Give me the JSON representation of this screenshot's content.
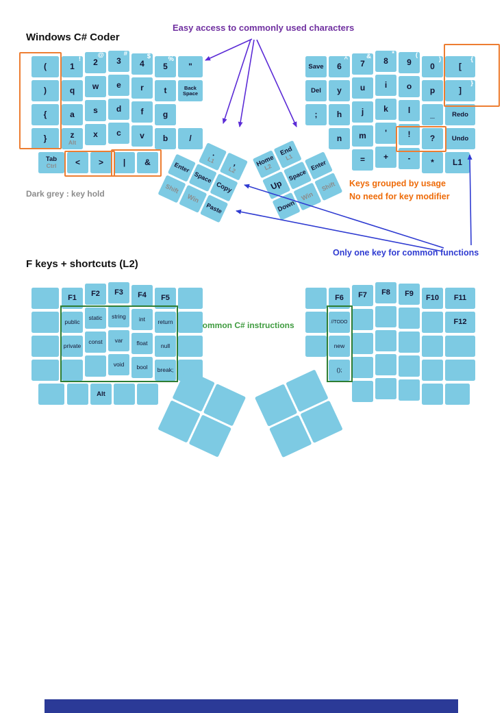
{
  "colors": {
    "key": "#7DCAE3",
    "key_text": "#141432",
    "hold_grey": "#8C8C8C",
    "shift_sub_white": "#FFFFFF",
    "orange_box": "#ED7D31",
    "orange_text": "#EE6B09",
    "purple_text": "#7030A0",
    "purple_arrow": "#5B2BD6",
    "blue_text": "#2F3BD1",
    "green_box": "#2E7D32",
    "green_text": "#3F9B3F",
    "footer_bar": "#2B3A97"
  },
  "layer1": {
    "title": "Windows C# Coder",
    "notes": {
      "easy_access": "Easy access to commonly used characters",
      "dark_grey": "Dark grey : key hold",
      "grouped_1": "Keys grouped by usage",
      "grouped_2": "No need for key modifier",
      "one_key": "Only one key for common functions"
    },
    "left_main": [
      {
        "r": 0,
        "c": 0,
        "l": "("
      },
      {
        "r": 0,
        "c": 1,
        "l": "1",
        "s": "!"
      },
      {
        "r": 0,
        "c": 2,
        "l": "2",
        "s": "@"
      },
      {
        "r": 0,
        "c": 3,
        "l": "3",
        "s": "#"
      },
      {
        "r": 0,
        "c": 4,
        "l": "4",
        "s": "$"
      },
      {
        "r": 0,
        "c": 5,
        "l": "5",
        "s": "%"
      },
      {
        "r": 0,
        "c": 6,
        "l": "\""
      },
      {
        "r": 1,
        "c": 0,
        "l": ")"
      },
      {
        "r": 1,
        "c": 1,
        "l": "q"
      },
      {
        "r": 1,
        "c": 2,
        "l": "w"
      },
      {
        "r": 1,
        "c": 3,
        "l": "e"
      },
      {
        "r": 1,
        "c": 4,
        "l": "r"
      },
      {
        "r": 1,
        "c": 5,
        "l": "t"
      },
      {
        "r": 1,
        "c": 6,
        "l": "Back Space",
        "fs": 7.5
      },
      {
        "r": 2,
        "c": 0,
        "l": "{"
      },
      {
        "r": 2,
        "c": 1,
        "l": "a"
      },
      {
        "r": 2,
        "c": 2,
        "l": "s"
      },
      {
        "r": 2,
        "c": 3,
        "l": "d"
      },
      {
        "r": 2,
        "c": 4,
        "l": "f"
      },
      {
        "r": 2,
        "c": 5,
        "l": "g"
      },
      {
        "r": 3,
        "c": 0,
        "l": "}"
      },
      {
        "r": 3,
        "c": 1,
        "l": "z",
        "h": "Alt"
      },
      {
        "r": 3,
        "c": 2,
        "l": "x"
      },
      {
        "r": 3,
        "c": 3,
        "l": "c"
      },
      {
        "r": 3,
        "c": 4,
        "l": "v"
      },
      {
        "r": 3,
        "c": 5,
        "l": "b"
      },
      {
        "r": 3,
        "c": 6,
        "l": "/"
      },
      {
        "r": 4,
        "c": 0,
        "l": "Tab",
        "h": "Ctrl"
      },
      {
        "r": 4,
        "c": 1,
        "l": "<"
      },
      {
        "r": 4,
        "c": 2,
        "l": ">"
      },
      {
        "r": 4,
        "c": 3,
        "l": "|"
      },
      {
        "r": 4,
        "c": 4,
        "l": "&"
      }
    ],
    "right_main": [
      {
        "r": 0,
        "c": 0,
        "l": "Save"
      },
      {
        "r": 0,
        "c": 1,
        "l": "6",
        "s": "^"
      },
      {
        "r": 0,
        "c": 2,
        "l": "7",
        "s": "&"
      },
      {
        "r": 0,
        "c": 3,
        "l": "8",
        "s": "*"
      },
      {
        "r": 0,
        "c": 4,
        "l": "9",
        "s": "("
      },
      {
        "r": 0,
        "c": 5,
        "l": "0",
        "s": ")"
      },
      {
        "r": 0,
        "c": 6,
        "l": "[",
        "s": "{"
      },
      {
        "r": 1,
        "c": 0,
        "l": "Del"
      },
      {
        "r": 1,
        "c": 1,
        "l": "y"
      },
      {
        "r": 1,
        "c": 2,
        "l": "u"
      },
      {
        "r": 1,
        "c": 3,
        "l": "i"
      },
      {
        "r": 1,
        "c": 4,
        "l": "o"
      },
      {
        "r": 1,
        "c": 5,
        "l": "p"
      },
      {
        "r": 1,
        "c": 6,
        "l": "]",
        "s": "}"
      },
      {
        "r": 2,
        "c": 0,
        "l": ";"
      },
      {
        "r": 2,
        "c": 1,
        "l": "h"
      },
      {
        "r": 2,
        "c": 2,
        "l": "j"
      },
      {
        "r": 2,
        "c": 3,
        "l": "k"
      },
      {
        "r": 2,
        "c": 4,
        "l": "l"
      },
      {
        "r": 2,
        "c": 5,
        "l": "_"
      },
      {
        "r": 2,
        "c": 6,
        "l": "Redo"
      },
      {
        "r": 3,
        "c": 1,
        "l": "n"
      },
      {
        "r": 3,
        "c": 2,
        "l": "m"
      },
      {
        "r": 3,
        "c": 3,
        "l": "'"
      },
      {
        "r": 3,
        "c": 4,
        "l": "!"
      },
      {
        "r": 3,
        "c": 5,
        "l": "?"
      },
      {
        "r": 3,
        "c": 6,
        "l": "Undo"
      },
      {
        "r": 4,
        "c": 2,
        "l": "="
      },
      {
        "r": 4,
        "c": 3,
        "l": "+"
      },
      {
        "r": 4,
        "c": 4,
        "l": "-"
      },
      {
        "r": 4,
        "c": 5,
        "l": "*"
      },
      {
        "r": 4,
        "c": 6,
        "l": "L1",
        "wd": 36
      }
    ],
    "left_thumb": [
      {
        "r": 0,
        "c": 1,
        "l": ".",
        "h": "L1"
      },
      {
        "r": 0,
        "c": 2,
        "l": ",",
        "h": "L2"
      },
      {
        "r": 1,
        "c": 0,
        "l": "Enter"
      },
      {
        "r": 1,
        "c": 1,
        "l": "Space"
      },
      {
        "r": 1,
        "c": 2,
        "l": "Copy"
      },
      {
        "r": 2,
        "c": 0,
        "l": "Shift",
        "g": 1
      },
      {
        "r": 2,
        "c": 1,
        "l": "Win",
        "g": 1
      },
      {
        "r": 2,
        "c": 2,
        "l": "Paste"
      }
    ],
    "right_thumb": [
      {
        "r": 0,
        "c": 0,
        "l": "Home",
        "h": "L2"
      },
      {
        "r": 0,
        "c": 1,
        "l": "End",
        "h": "L1"
      },
      {
        "r": 1,
        "c": 0,
        "l": "Up"
      },
      {
        "r": 1,
        "c": 1,
        "l": "Space"
      },
      {
        "r": 1,
        "c": 2,
        "l": "Enter"
      },
      {
        "r": 2,
        "c": 0,
        "l": "Down"
      },
      {
        "r": 2,
        "c": 1,
        "l": "Win",
        "g": 1
      },
      {
        "r": 2,
        "c": 2,
        "l": "Shift",
        "g": 1
      }
    ]
  },
  "layer2": {
    "title": "F keys + shortcuts (L2)",
    "notes": {
      "common": "Common C# instructions"
    },
    "left_main": [
      {
        "r": 0,
        "c": 0
      },
      {
        "r": 0,
        "c": 1,
        "l": "F1"
      },
      {
        "r": 0,
        "c": 2,
        "l": "F2"
      },
      {
        "r": 0,
        "c": 3,
        "l": "F3"
      },
      {
        "r": 0,
        "c": 4,
        "l": "F4"
      },
      {
        "r": 0,
        "c": 5,
        "l": "F5"
      },
      {
        "r": 0,
        "c": 6
      },
      {
        "r": 1,
        "c": 0
      },
      {
        "r": 1,
        "c": 1,
        "l": "public",
        "p": 1
      },
      {
        "r": 1,
        "c": 2,
        "l": "static",
        "p": 1
      },
      {
        "r": 1,
        "c": 3,
        "l": "string",
        "p": 1
      },
      {
        "r": 1,
        "c": 4,
        "l": "int",
        "p": 1
      },
      {
        "r": 1,
        "c": 5,
        "l": "return",
        "p": 1
      },
      {
        "r": 1,
        "c": 6
      },
      {
        "r": 2,
        "c": 0
      },
      {
        "r": 2,
        "c": 1,
        "l": "private",
        "p": 1
      },
      {
        "r": 2,
        "c": 2,
        "l": "const",
        "p": 1
      },
      {
        "r": 2,
        "c": 3,
        "l": "var",
        "p": 1
      },
      {
        "r": 2,
        "c": 4,
        "l": "float",
        "p": 1
      },
      {
        "r": 2,
        "c": 5,
        "l": "null",
        "p": 1
      },
      {
        "r": 2,
        "c": 6
      },
      {
        "r": 3,
        "c": 0
      },
      {
        "r": 3,
        "c": 1
      },
      {
        "r": 3,
        "c": 2
      },
      {
        "r": 3,
        "c": 3,
        "l": "void",
        "p": 1
      },
      {
        "r": 3,
        "c": 4,
        "l": "bool",
        "p": 1
      },
      {
        "r": 3,
        "c": 5,
        "l": "break;",
        "p": 1
      },
      {
        "r": 3,
        "c": 6
      },
      {
        "r": 4,
        "c": 0
      },
      {
        "r": 4,
        "c": 1
      },
      {
        "r": 4,
        "c": 2,
        "l": "Alt"
      },
      {
        "r": 4,
        "c": 3
      },
      {
        "r": 4,
        "c": 4
      }
    ],
    "right_main": [
      {
        "r": 0,
        "c": 0
      },
      {
        "r": 0,
        "c": 1,
        "l": "F6"
      },
      {
        "r": 0,
        "c": 2,
        "l": "F7"
      },
      {
        "r": 0,
        "c": 3,
        "l": "F8"
      },
      {
        "r": 0,
        "c": 4,
        "l": "F9"
      },
      {
        "r": 0,
        "c": 5,
        "l": "F10"
      },
      {
        "r": 0,
        "c": 6,
        "l": "F11"
      },
      {
        "r": 1,
        "c": 0
      },
      {
        "r": 1,
        "c": 1,
        "l": "//TODO",
        "p": 1,
        "fs": 7
      },
      {
        "r": 1,
        "c": 2
      },
      {
        "r": 1,
        "c": 3
      },
      {
        "r": 1,
        "c": 4
      },
      {
        "r": 1,
        "c": 5
      },
      {
        "r": 1,
        "c": 6,
        "l": "F12"
      },
      {
        "r": 2,
        "c": 0
      },
      {
        "r": 2,
        "c": 1,
        "l": "new",
        "p": 1
      },
      {
        "r": 2,
        "c": 2
      },
      {
        "r": 2,
        "c": 3
      },
      {
        "r": 2,
        "c": 4
      },
      {
        "r": 2,
        "c": 5
      },
      {
        "r": 2,
        "c": 6
      },
      {
        "r": 3,
        "c": 1,
        "l": "();",
        "p": 1
      },
      {
        "r": 3,
        "c": 2
      },
      {
        "r": 3,
        "c": 3
      },
      {
        "r": 3,
        "c": 4
      },
      {
        "r": 3,
        "c": 5
      },
      {
        "r": 3,
        "c": 6
      },
      {
        "r": 4,
        "c": 2
      },
      {
        "r": 4,
        "c": 3
      },
      {
        "r": 4,
        "c": 4
      },
      {
        "r": 4,
        "c": 5
      },
      {
        "r": 4,
        "c": 6,
        "wd": 36
      }
    ],
    "left_thumb": [
      {
        "r": 0,
        "c": 0
      },
      {
        "r": 0,
        "c": 1
      },
      {
        "r": 1,
        "c": 0
      },
      {
        "r": 1,
        "c": 1
      }
    ],
    "right_thumb": [
      {
        "r": 0,
        "c": 0
      },
      {
        "r": 0,
        "c": 1
      },
      {
        "r": 1,
        "c": 0
      },
      {
        "r": 1,
        "c": 1
      }
    ]
  }
}
